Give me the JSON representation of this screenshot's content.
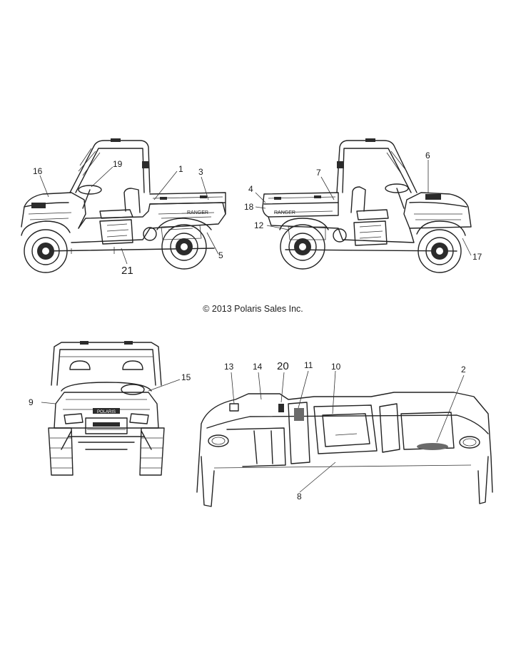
{
  "copyright": "© 2013 Polaris Sales Inc.",
  "decal_text": {
    "ranger_left": "RANGER",
    "ranger_right": "RANGER",
    "polaris": "POLARIS"
  },
  "callouts": {
    "c1": "1",
    "c2": "2",
    "c3": "3",
    "c4": "4",
    "c5": "5",
    "c6": "6",
    "c7": "7",
    "c8": "8",
    "c9": "9",
    "c10": "10",
    "c11": "11",
    "c12": "12",
    "c13": "13",
    "c14": "14",
    "c15": "15",
    "c16": "16",
    "c17": "17",
    "c18": "18",
    "c19": "19",
    "c20": "20",
    "c21": "21"
  }
}
